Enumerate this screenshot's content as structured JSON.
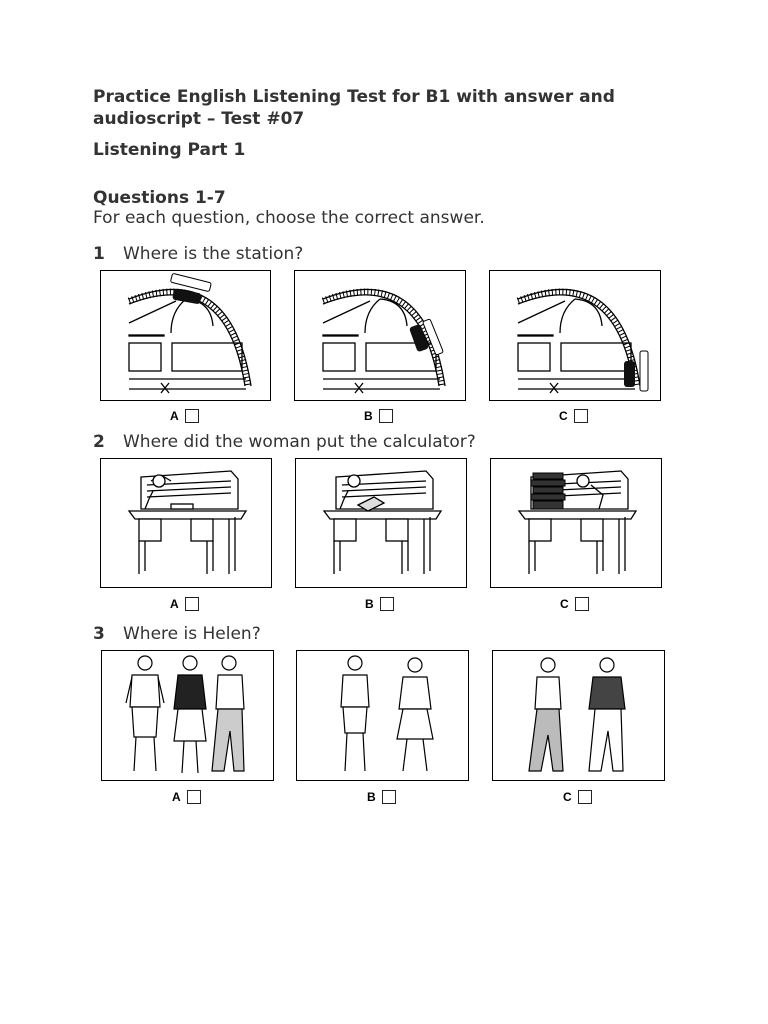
{
  "title": "Practice English Listening Test for B1 with answer and audioscript – Test #07",
  "part": "Listening Part 1",
  "question_range": "Questions 1-7",
  "instruction": "For each question, choose the correct answer.",
  "questions": [
    {
      "number": "1",
      "text": "Where is the station?",
      "options": [
        "A",
        "B",
        "C"
      ]
    },
    {
      "number": "2",
      "text": "Where did the woman put the calculator?",
      "options": [
        "A",
        "B",
        "C"
      ]
    },
    {
      "number": "3",
      "text": "Where is Helen?",
      "options": [
        "A",
        "B",
        "C"
      ]
    }
  ]
}
